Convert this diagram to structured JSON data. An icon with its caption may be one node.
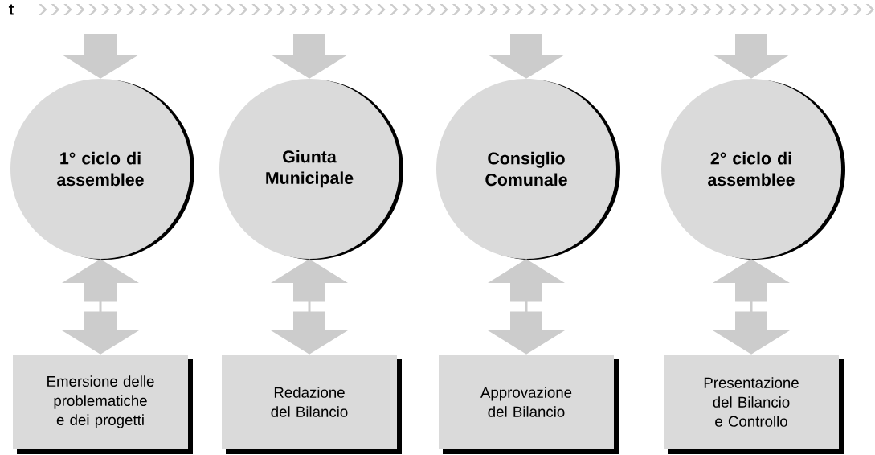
{
  "diagram": {
    "nodes": [
      {
        "text": [
          "1° ciclo di assemblee"
        ]
      },
      {
        "text": [
          "Giunta Municipale"
        ]
      },
      {
        "text": [
          "Consiglio Comunale"
        ]
      },
      {
        "text": [
          "2° ciclo di assemblee"
        ]
      },
      {
        "text": [
          "Emersione delle problematiche e dei progetti"
        ]
      },
      {
        "text": [
          "Redazione del Bilancio"
        ]
      },
      {
        "text": [
          "Approvazione del Bilancio"
        ]
      },
      {
        "text": [
          "Presentazione del Bilancio e Controllo"
        ]
      }
    ],
    "edges": [
      {
        "from": null,
        "to": 0,
        "arrow": "to"
      },
      {
        "from": null,
        "to": 1,
        "arrow": "to"
      },
      {
        "from": null,
        "to": 2,
        "arrow": "to"
      },
      {
        "from": null,
        "to": 3,
        "arrow": "to"
      },
      {
        "from": 0,
        "to": 4,
        "arrow": "both"
      },
      {
        "from": 1,
        "to": 5,
        "arrow": "both"
      },
      {
        "from": 2,
        "to": 6,
        "arrow": "both"
      },
      {
        "from": 3,
        "to": 7,
        "arrow": "both"
      }
    ],
    "labels": [
      "t"
    ]
  }
}
